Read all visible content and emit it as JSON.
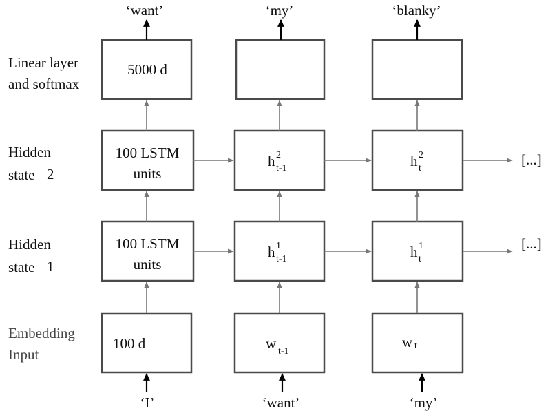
{
  "row_labels": {
    "linear": [
      "Linear layer",
      "and softmax"
    ],
    "hidden2": [
      "Hidden",
      "state",
      "2"
    ],
    "hidden1": [
      "Hidden",
      "state",
      "1"
    ],
    "embedding": [
      "Embedding",
      "Input"
    ]
  },
  "outputs": [
    "‘want’",
    "‘my’",
    "‘blanky’"
  ],
  "inputs": [
    "‘I’",
    "‘want’",
    "‘my’"
  ],
  "cells": {
    "linear": [
      "5000 d",
      "",
      ""
    ],
    "hidden2_first": [
      "100 LSTM",
      "units"
    ],
    "hidden1_first": [
      "100 LSTM",
      "units"
    ],
    "embedding_first": "100 d",
    "h2": [
      {
        "base": "h",
        "sup": "2",
        "sub": "t-1"
      },
      {
        "base": "h",
        "sup": "2",
        "sub": "t"
      }
    ],
    "h1": [
      {
        "base": "h",
        "sup": "1",
        "sub": "t-1"
      },
      {
        "base": "h",
        "sup": "1",
        "sub": "t"
      }
    ],
    "w": [
      {
        "base": "w",
        "sub": "t-1"
      },
      {
        "base": "w",
        "sub": "t"
      }
    ]
  },
  "continuation": "[...]",
  "colors": {
    "box_border": "#4a4a4a",
    "connector": "#777777",
    "io_arrow": "#000000",
    "text": "#111111"
  }
}
